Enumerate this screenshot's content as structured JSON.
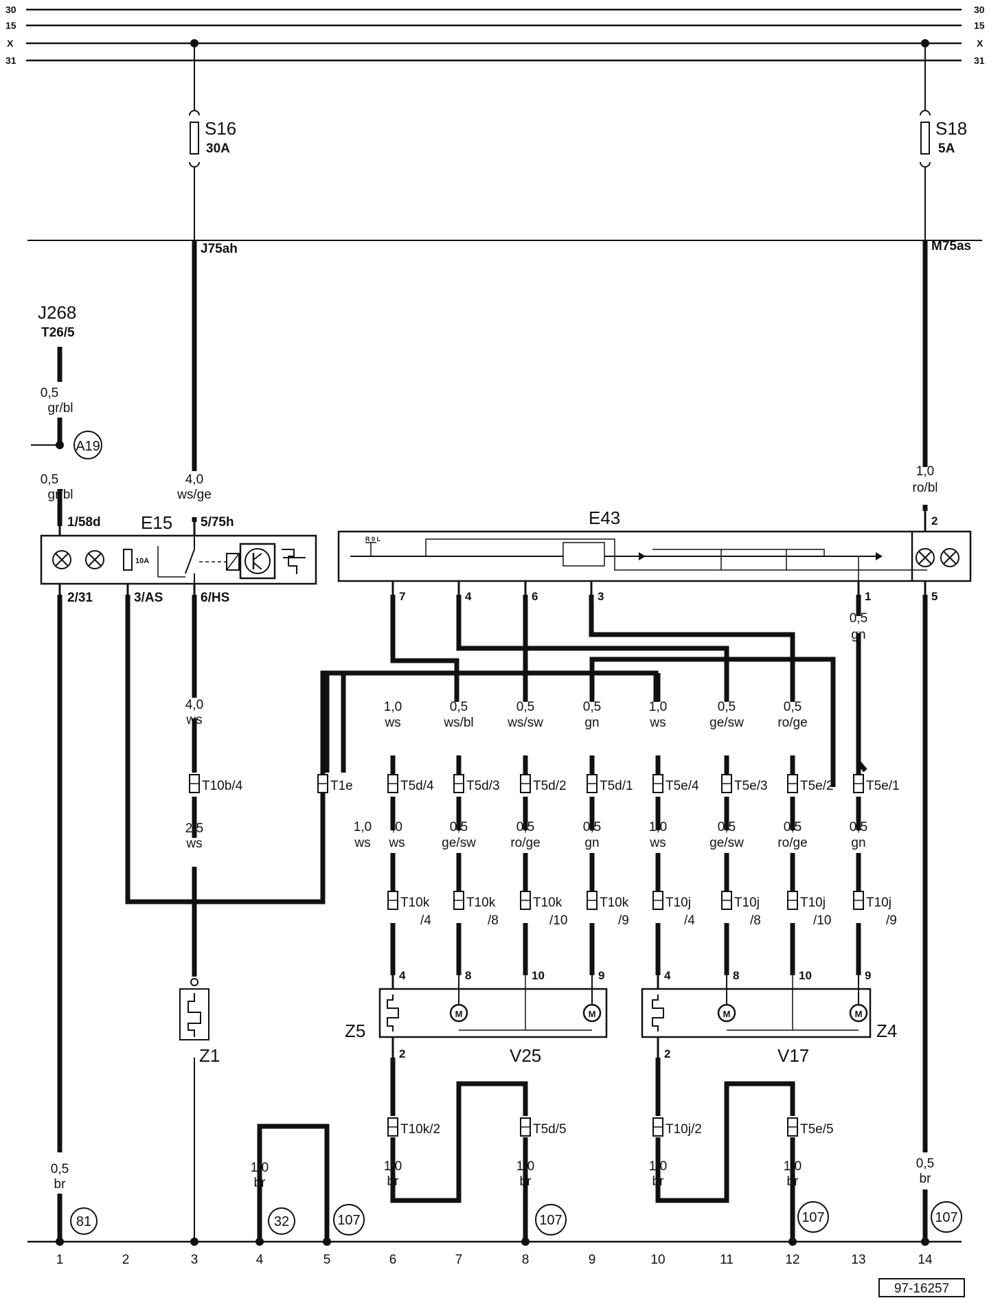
{
  "rails": {
    "left": [
      "30",
      "15",
      "X",
      "31"
    ],
    "right": [
      "30",
      "15",
      "X",
      "31"
    ]
  },
  "fuses": {
    "s16": {
      "name": "S16",
      "rating": "30A"
    },
    "s18": {
      "name": "S18",
      "rating": "5A"
    }
  },
  "relay_plate": {
    "left_terminal": "J75ah",
    "right_terminal": "M75as"
  },
  "components": {
    "j268": {
      "name": "J268",
      "pin": "T26/5"
    },
    "a19": "A19",
    "e15": {
      "name": "E15",
      "fuse_rating": "10A",
      "pins": [
        "1/58d",
        "5/75h",
        "2/31",
        "3/AS",
        "6/HS"
      ]
    },
    "e43": {
      "name": "E43",
      "knob_letters": "R 0 L",
      "pins": [
        "7",
        "4",
        "6",
        "3",
        "1",
        "2",
        "5"
      ]
    },
    "z1": "Z1",
    "z4": "Z4",
    "z5": "Z5",
    "v17": "V17",
    "v25": "V25"
  },
  "wires": {
    "j268_top": [
      "0,5",
      "gr/bl"
    ],
    "j268_bottom": [
      "0,5",
      "gr/bl"
    ],
    "s16_out": [
      "4,0",
      "ws/ge"
    ],
    "s18_out": [
      "1,0",
      "ro/bl"
    ],
    "e43_pin1": [
      "0,5",
      "gn"
    ],
    "e15_hs": [
      "4,0",
      "ws"
    ],
    "t10b_out": [
      "2,5",
      "ws"
    ],
    "upper_row": [
      [
        "1,0",
        "ws"
      ],
      [
        "0,5",
        "ws/bl"
      ],
      [
        "0,5",
        "ws/sw"
      ],
      [
        "0,5",
        "gn"
      ],
      [
        "1,0",
        "ws"
      ],
      [
        "0,5",
        "ge/sw"
      ],
      [
        "0,5",
        "ro/ge"
      ]
    ],
    "t1e_out": [
      "1,0",
      "ws"
    ],
    "lower_row": [
      [
        ",0",
        "ws"
      ],
      [
        "0,5",
        "ge/sw"
      ],
      [
        "0,5",
        "ro/ge"
      ],
      [
        "0,5",
        "gn"
      ],
      [
        "1,0",
        "ws"
      ],
      [
        "0,5",
        "ge/sw"
      ],
      [
        "0,5",
        "ro/ge"
      ],
      [
        "0,5",
        "gn"
      ]
    ],
    "ground": [
      [
        "0,5",
        "br"
      ],
      [
        "1,0",
        "br"
      ],
      [
        "1,0",
        "br"
      ],
      [
        "1,0",
        "br"
      ],
      [
        "1,0",
        "br"
      ],
      [
        "1,0",
        "br"
      ],
      [
        "0,5",
        "br"
      ]
    ]
  },
  "connectors": {
    "t10b4": "T10b/4",
    "t1e": "T1e",
    "row1": [
      "T5d/4",
      "T5d/3",
      "T5d/2",
      "T5d/1",
      "T5e/4",
      "T5e/3",
      "T5e/2",
      "T5e/1"
    ],
    "row2": [
      [
        "T10k",
        "/4"
      ],
      [
        "T10k",
        "/8"
      ],
      [
        "T10k",
        "/10"
      ],
      [
        "T10k",
        "/9"
      ],
      [
        "T10j",
        "/4"
      ],
      [
        "T10j",
        "/8"
      ],
      [
        "T10j",
        "/10"
      ],
      [
        "T10j",
        "/9"
      ]
    ],
    "bottom": [
      "T10k/2",
      "T5d/5",
      "T10j/2",
      "T5e/5"
    ]
  },
  "pins": {
    "z5_top": [
      "4",
      "8",
      "10",
      "9"
    ],
    "z4_top": [
      "4",
      "8",
      "10",
      "9"
    ],
    "z5_bottom": "2",
    "z4_bottom": "2"
  },
  "refs": [
    "81",
    "32",
    "107",
    "107",
    "107",
    "107"
  ],
  "bottom_numbers": [
    "1",
    "2",
    "3",
    "4",
    "5",
    "6",
    "7",
    "8",
    "9",
    "10",
    "11",
    "12",
    "13",
    "14"
  ],
  "doc_id": "97-16257"
}
